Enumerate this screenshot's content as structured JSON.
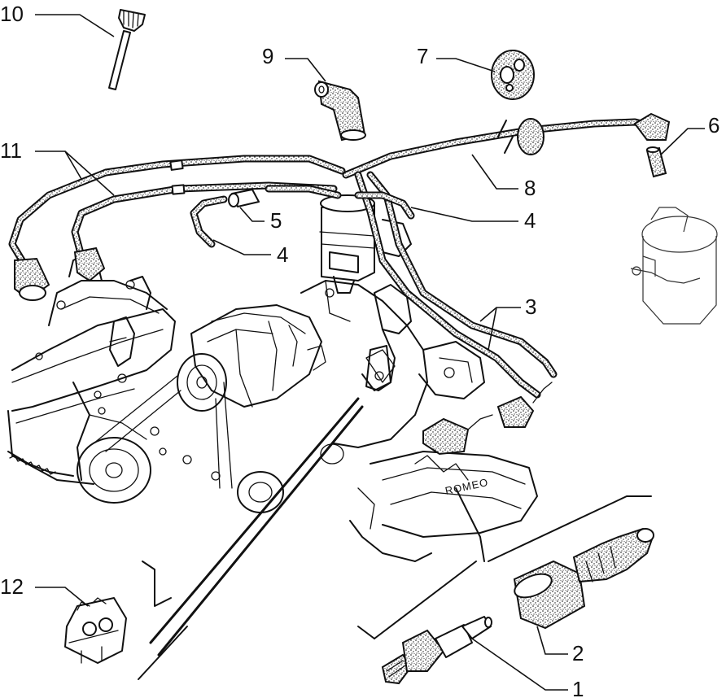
{
  "diagram": {
    "callouts": [
      {
        "id": "1",
        "label": "1"
      },
      {
        "id": "2",
        "label": "2"
      },
      {
        "id": "3",
        "label": "3"
      },
      {
        "id": "4a",
        "label": "4"
      },
      {
        "id": "4b",
        "label": "4"
      },
      {
        "id": "5",
        "label": "5"
      },
      {
        "id": "6",
        "label": "6"
      },
      {
        "id": "7",
        "label": "7"
      },
      {
        "id": "8",
        "label": "8"
      },
      {
        "id": "9",
        "label": "9"
      },
      {
        "id": "10",
        "label": "10"
      },
      {
        "id": "11",
        "label": "11"
      },
      {
        "id": "12",
        "label": "12"
      }
    ],
    "engine_brand": "ROMEO"
  },
  "colors": {
    "ink": "#111111",
    "paper": "#ffffff"
  }
}
